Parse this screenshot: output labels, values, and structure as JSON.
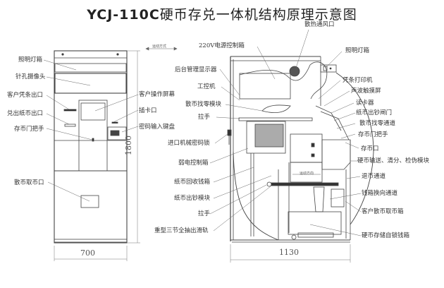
{
  "title": {
    "model": "YCJ-110C",
    "text": "硬币存兑一体机结构原理示意图"
  },
  "front_view": {
    "labels": {
      "light_box": "照明灯箱",
      "pinhole_camera": "针孔摄像头",
      "receipt_outlet": "客户凭条出口",
      "banknote_outlet": "兑出纸币出口",
      "coin_door_handle": "存币门把手",
      "coin_dispense_outlet": "散币取币口",
      "customer_screen": "客户操作屏幕",
      "card_slot": "插卡口",
      "pin_keypad": "密码输入键盘"
    },
    "width_dim": "700",
    "height_dim": "1800"
  },
  "side_view": {
    "direction_note": "运动方式",
    "direction_note_inner": "运动方向",
    "labels_left": {
      "power_box": "220V电源控制箱",
      "admin_display": "后台管理显示器",
      "ipc": "工控机",
      "change_module": "散币找零模块",
      "handle_top": "拉手",
      "mech_lock": "进口机械密码锁",
      "weak_power_box": "弱电控制箱",
      "banknote_recycle_box": "纸币回收钱箱",
      "banknote_dispenser": "纸币出钞模块",
      "handle_bottom": "拉手",
      "slide_rail": "重型三节全抽出滑轨"
    },
    "labels_right": {
      "vent": "散热通风口",
      "light_box": "照明灯箱",
      "receipt_printer": "凭条打印机",
      "touch_screen": "声波触摸屏",
      "card_reader": "读卡器",
      "banknote_gate": "纸币出钞闸门",
      "change_channel": "散币找零通道",
      "coin_door_handle": "存币门把手",
      "coin_inlet": "存币口",
      "coin_module": "硬币输送、清分、检伪模块",
      "return_channel": "退币通道",
      "box_switch_channel": "钱箱换向通道",
      "customer_coin_box": "客户散币取币箱",
      "coin_storage_box": "硬币存储自锁钱箱"
    },
    "width_dim": "1130"
  }
}
